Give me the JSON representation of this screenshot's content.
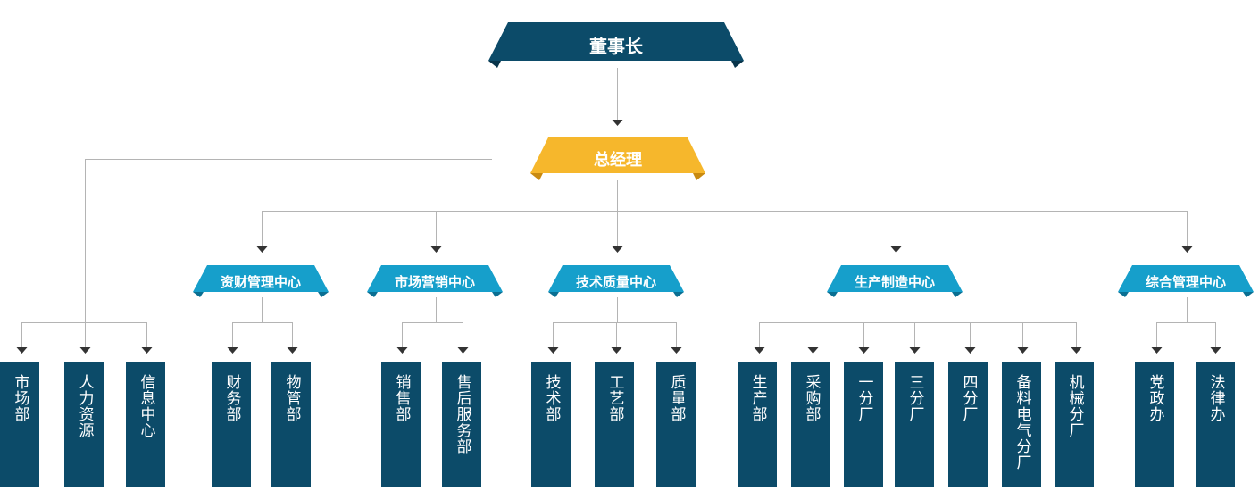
{
  "chairman": {
    "label": "董事长"
  },
  "general_manager": {
    "label": "总经理"
  },
  "gm_departments": [
    {
      "label": "市场部"
    },
    {
      "label": "人力资源"
    },
    {
      "label": "信息中心"
    }
  ],
  "centers": [
    {
      "label": "资财管理中心",
      "departments": [
        {
          "label": "财务部"
        },
        {
          "label": "物管部"
        }
      ]
    },
    {
      "label": "市场营销中心",
      "departments": [
        {
          "label": "销售部"
        },
        {
          "label": "售后服务部"
        }
      ]
    },
    {
      "label": "技术质量中心",
      "departments": [
        {
          "label": "技术部"
        },
        {
          "label": "工艺部"
        },
        {
          "label": "质量部"
        }
      ]
    },
    {
      "label": "生产制造中心",
      "departments": [
        {
          "label": "生产部"
        },
        {
          "label": "采购部"
        },
        {
          "label": "一分厂"
        },
        {
          "label": "三分厂"
        },
        {
          "label": "四分厂"
        },
        {
          "label": "备料电气分厂"
        },
        {
          "label": "机械分厂"
        }
      ]
    },
    {
      "label": "综合管理中心",
      "departments": [
        {
          "label": "党政办"
        },
        {
          "label": "法律办"
        }
      ]
    }
  ],
  "colors": {
    "chairman": "#0c4b69",
    "chairman_fold": "#07344a",
    "general_manager": "#f6b72c",
    "general_manager_fold": "#c98a10",
    "center": "#169fcb",
    "center_fold": "#0a6f92",
    "department": "#0c4b69",
    "line": "#b4b4b4",
    "arrow": "#333333"
  }
}
